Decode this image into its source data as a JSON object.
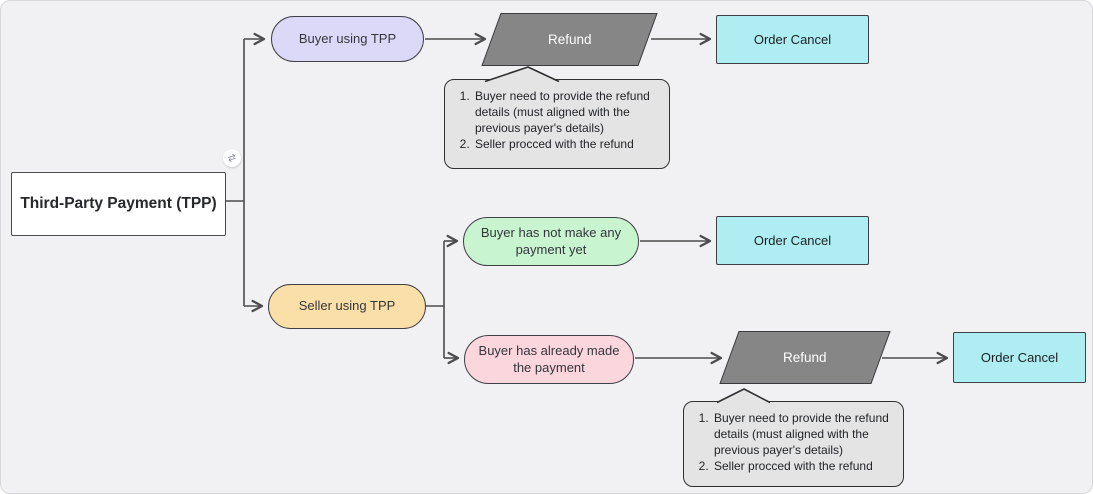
{
  "canvas": {
    "background": "#f1f1f3"
  },
  "colors": {
    "line": "#4c4c4c",
    "root_fill": "#ffffff",
    "buyer_fill": "#dcd9f8",
    "seller_fill": "#fbdfa9",
    "no_payment_fill": "#c8f4cf",
    "paid_fill": "#fcd6dd",
    "refund_fill": "#868686",
    "cancel_fill": "#aeedf1",
    "note_fill": "#e4e4e4"
  },
  "nodes": {
    "root": {
      "label": "Third-Party Payment (TPP)",
      "fill": "#ffffff"
    },
    "buyer_tpp": {
      "label": "Buyer using TPP",
      "fill": "#dcd9f8"
    },
    "seller_tpp": {
      "label": "Seller using TPP",
      "fill": "#fbdfa9"
    },
    "no_payment": {
      "label": "Buyer has not make any payment yet",
      "fill": "#c8f4cf"
    },
    "paid": {
      "label": "Buyer has already made the payment",
      "fill": "#fcd6dd"
    },
    "refund_top": {
      "label": "Refund",
      "fill": "#868686"
    },
    "refund_bottom": {
      "label": "Refund",
      "fill": "#868686"
    },
    "cancel_top": {
      "label": "Order Cancel",
      "fill": "#aeedf1"
    },
    "cancel_mid": {
      "label": "Order Cancel",
      "fill": "#aeedf1"
    },
    "cancel_bottom": {
      "label": "Order Cancel",
      "fill": "#aeedf1"
    }
  },
  "refund_note": {
    "items": [
      "Buyer need to provide the refund details (must aligned with the previous payer's details)",
      "Seller procced with the refund"
    ]
  },
  "icons": {
    "branch_toggle": "⇄"
  }
}
